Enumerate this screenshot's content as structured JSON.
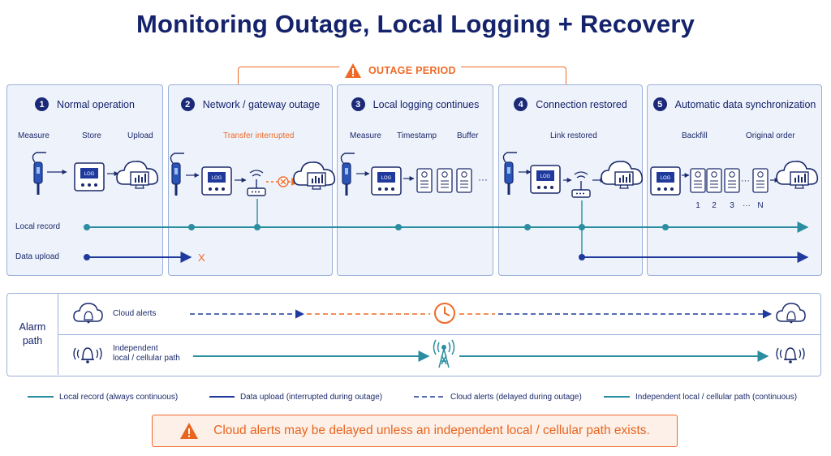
{
  "title": "Monitoring Outage, Local Logging + Recovery",
  "outage_label": "OUTAGE PERIOD",
  "stages": [
    {
      "num": "1",
      "title": "Normal operation",
      "subs": [
        "Measure",
        "Store",
        "Upload"
      ]
    },
    {
      "num": "2",
      "title": "Network / gateway outage",
      "subs": [
        "Transfer interrupted"
      ]
    },
    {
      "num": "3",
      "title": "Local logging continues",
      "subs": [
        "Measure",
        "Timestamp",
        "Buffer"
      ]
    },
    {
      "num": "4",
      "title": "Connection restored",
      "subs": [
        "Link restored"
      ]
    },
    {
      "num": "5",
      "title": "Automatic data synchronization",
      "subs": [
        "Backfill",
        "Original order"
      ]
    }
  ],
  "device_label": "LOG",
  "sequence_labels": [
    "1",
    "2",
    "3",
    "···",
    "N"
  ],
  "rows": {
    "local_record": "Local record",
    "data_upload": "Data upload",
    "failure_mark": "X"
  },
  "alarm": {
    "title_line1": "Alarm",
    "title_line2": "path",
    "cloud_alerts": "Cloud alerts",
    "independent_line1": "Independent",
    "independent_line2": "local / cellular path"
  },
  "legend": [
    {
      "label": "Local record (always continuous)",
      "color": "#2a8ea0",
      "style": "solid"
    },
    {
      "label": "Data upload (interrupted during outage)",
      "color": "#1f3a9c",
      "style": "solid"
    },
    {
      "label": "Cloud alerts (delayed during outage)",
      "color": "#1f3a9c",
      "style": "dashed"
    },
    {
      "label": "Independent local / cellular path (continuous)",
      "color": "#2a8ea0",
      "style": "solid"
    }
  ],
  "warning": "Cloud alerts may be delayed unless an independent local / cellular path exists.",
  "colors": {
    "navy": "#1b2a78",
    "teal": "#2a8ea0",
    "orange": "#ef6a27",
    "panel": "#eef2fb",
    "border": "#9bb0da"
  },
  "icons": [
    "warning-icon",
    "sensor-probe-icon",
    "logger-device-icon",
    "cloud-dashboard-icon",
    "router-icon",
    "buffer-record-icon",
    "cloud-bell-icon",
    "clock-icon",
    "bell-icon",
    "cell-tower-icon"
  ]
}
